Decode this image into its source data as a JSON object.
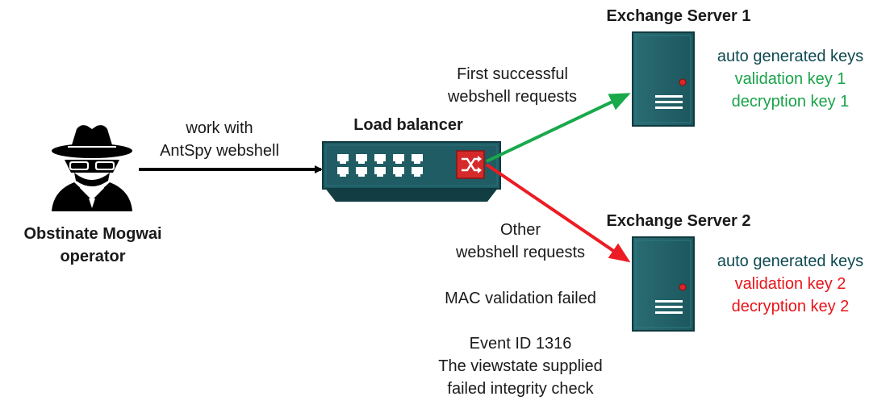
{
  "actor": {
    "name_line1": "Obstinate Mogwai",
    "name_line2": "operator",
    "icon": "spy-icon"
  },
  "flows": {
    "operator_to_lb_line1": "work with",
    "operator_to_lb_line2": "AntSpy webshell",
    "first_requests_line1": "First successful",
    "first_requests_line2": "webshell requests",
    "other_requests_line1": "Other",
    "other_requests_line2": "webshell requests"
  },
  "load_balancer": {
    "title": "Load balancer",
    "icon": "network-switch-icon"
  },
  "servers": [
    {
      "title": "Exchange Server 1",
      "keys_heading": "auto generated keys",
      "validation_key": "validation key 1",
      "decryption_key": "decryption key 1",
      "key_color": "#1aa34a",
      "arrow_color": "#19a94b"
    },
    {
      "title": "Exchange Server 2",
      "keys_heading": "auto generated keys",
      "validation_key": "validation key 2",
      "decryption_key": "decryption key 2",
      "key_color": "#e8141a",
      "arrow_color": "#ec1c24"
    }
  ],
  "errors": {
    "mac_failed": "MAC validation failed",
    "event_line1": "Event ID 1316",
    "event_line2": "The viewstate supplied",
    "event_line3": "failed integrity check"
  },
  "colors": {
    "device_teal": "#1f5c63",
    "device_dark": "#123d43",
    "switch_red": "#d42a2a"
  }
}
